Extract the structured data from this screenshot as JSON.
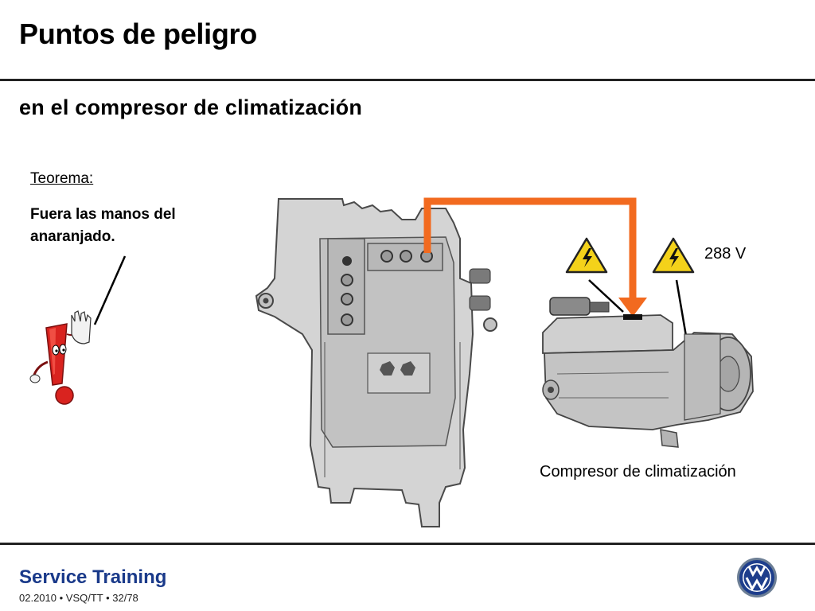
{
  "slide": {
    "title": "Puntos de peligro",
    "subtitle": "en el compresor de climatización"
  },
  "note": {
    "label": "Teorema:",
    "text": "Fuera las manos del anaranjado."
  },
  "labels": {
    "voltage": "288 V",
    "compressor": "Compresor de climatización"
  },
  "footer": {
    "brand": "Service Training",
    "info": "02.2010 • VSQ/TT • 32/78"
  },
  "icons": [
    "exclamation-mascot-icon",
    "warning-triangle-icon",
    "vw-logo-icon"
  ],
  "colors": {
    "high_voltage_cable": "#f26a1f",
    "warning_yellow": "#f4d21a",
    "brand_blue": "#1a3a8a"
  }
}
